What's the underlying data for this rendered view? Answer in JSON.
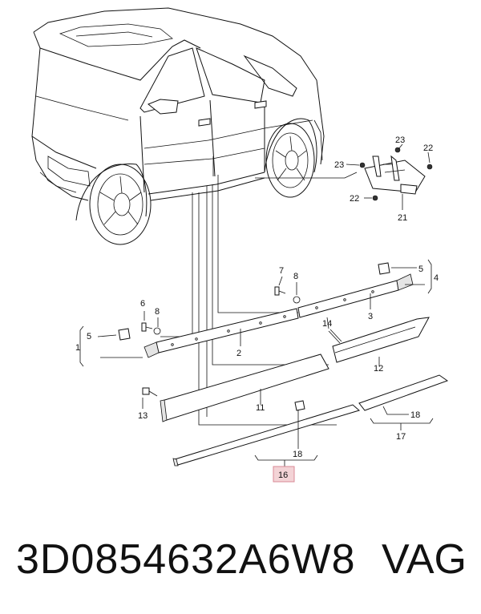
{
  "callouts": {
    "c1": "1",
    "c2": "2",
    "c3": "3",
    "c4": "4",
    "c5a": "5",
    "c5b": "5",
    "c6": "6",
    "c7": "7",
    "c8a": "8",
    "c8b": "8",
    "c11": "11",
    "c12": "12",
    "c13": "13",
    "c14": "14",
    "c16": "16",
    "c17": "17",
    "c18a": "18",
    "c18b": "18",
    "c21": "21",
    "c22a": "22",
    "c22b": "22",
    "c23a": "23",
    "c23b": "23"
  },
  "highlight_color": "#f3d3d6",
  "footer": {
    "part_number": "3D0854632A6W8",
    "brand": "VAG"
  }
}
